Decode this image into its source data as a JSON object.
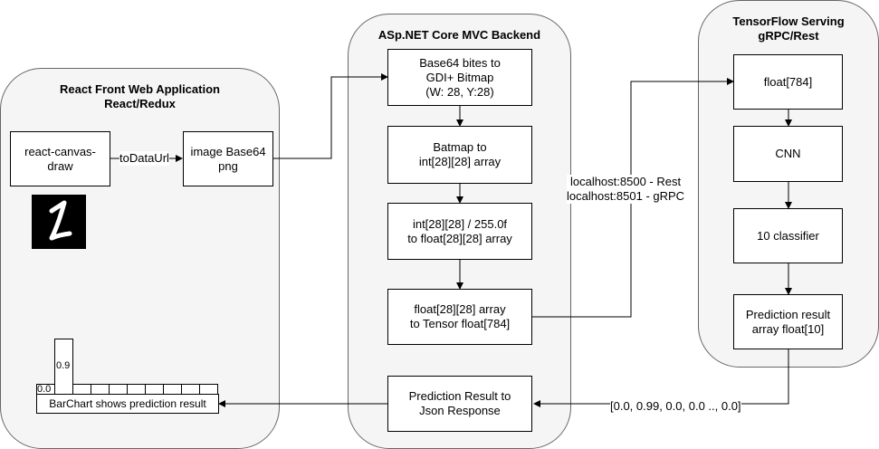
{
  "groups": {
    "react": "React Front Web Application\nReact/Redux",
    "aspnet": "ASp.NET Core MVC Backend",
    "tf": "TensorFlow Serving\ngRPC/Rest"
  },
  "boxes": {
    "canvas": "react-canvas-\ndraw",
    "image_b64": "image Base64\npng",
    "bitmap": "Base64 bites to\nGDI+ Bitmap\n(W: 28, Y:28)",
    "batmap": "Batmap to\nint[28][28] array",
    "normalize": "int[28][28] / 255.0f\nto float[28][28] array",
    "tensor": "float[28][28] array\nto Tensor float[784]",
    "json": "Prediction Result to\nJson Response",
    "float784": "float[784]",
    "cnn": "CNN",
    "classifier": "10 classifier",
    "prediction": "Prediction result\narray float[10]"
  },
  "labels": {
    "todataurl": "toDataUrl",
    "endpoints": "localhost:8500 - Rest\nlocalhost:8501 - gRPC",
    "result_array": "[0.0, 0.99, 0.0, 0.0 .., 0.0]"
  },
  "barchart": {
    "caption": "BarChart shows prediction result",
    "value_low": "0.0",
    "value_high": "0.9",
    "digit": "1"
  }
}
